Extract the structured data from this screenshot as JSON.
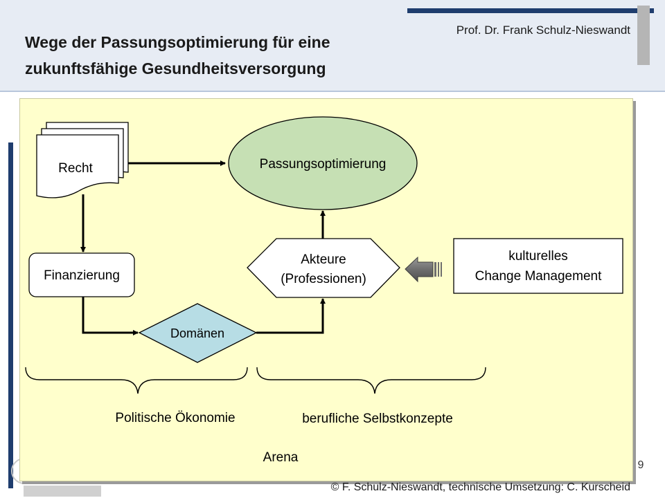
{
  "header": {
    "title": "Wege der Passungsoptimierung für eine\nzukunftsfähige Gesundheitsversorgung",
    "author": "Prof. Dr. Frank Schulz-Nieswandt"
  },
  "diagram": {
    "recht": "Recht",
    "passungsoptimierung": "Passungsoptimierung",
    "finanzierung": "Finanzierung",
    "akteure_line1": "Akteure",
    "akteure_line2": "(Professionen)",
    "domaenen": "Domänen",
    "change_line1": "kulturelles",
    "change_line2": "Change Management",
    "brace_left_label": "Politische Ökonomie",
    "brace_right_label": "berufliche Selbstkonzepte",
    "arena": "Arena"
  },
  "footer": {
    "page_number": "9",
    "copyright": "© F. Schulz-Nieswandt, technische Umsetzung: C. Kurscheid"
  },
  "colors": {
    "canvas": "#ffffcc",
    "ellipse": "#c6e0b4",
    "domaenen": "#b7dde5",
    "accent_blue": "#1f3d6e"
  }
}
